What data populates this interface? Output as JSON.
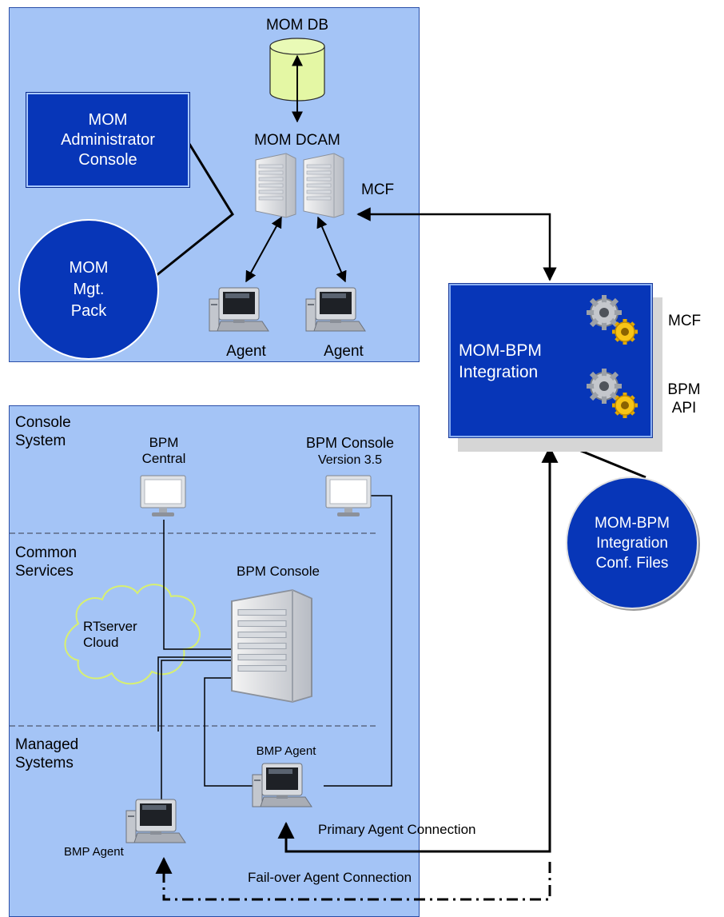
{
  "mom": {
    "db_label": "MOM DB",
    "dcam_label": "MOM DCAM",
    "mcf_label": "MCF",
    "admin_console": [
      "MOM",
      "Administrator",
      "Console"
    ],
    "mgt_pack": [
      "MOM",
      "Mgt.",
      "Pack"
    ],
    "agent_1": "Agent",
    "agent_2": "Agent"
  },
  "integration": {
    "title": [
      "MOM-BPM",
      "Integration"
    ],
    "mcf_label": "MCF",
    "bpm_api": [
      "BPM",
      "API"
    ],
    "conf_files": [
      "MOM-BPM",
      "Integration",
      "Conf. Files"
    ]
  },
  "bpm": {
    "section_console": [
      "Console",
      "System"
    ],
    "section_common": [
      "Common",
      "Services"
    ],
    "section_managed": [
      "Managed",
      "Systems"
    ],
    "central": [
      "BPM",
      "Central"
    ],
    "console_v": [
      "BPM Console",
      "Version 3.5"
    ],
    "console_server": "BPM Console",
    "cloud": [
      "RTserver",
      "Cloud"
    ],
    "agent_right": "BMP Agent",
    "agent_left": "BMP Agent",
    "primary_conn": "Primary Agent Connection",
    "failover_conn": "Fail-over Agent Connection"
  },
  "colors": {
    "panel": "#a4c4f6",
    "dark_blue": "#0736b8",
    "db": "#e4f7a4"
  }
}
